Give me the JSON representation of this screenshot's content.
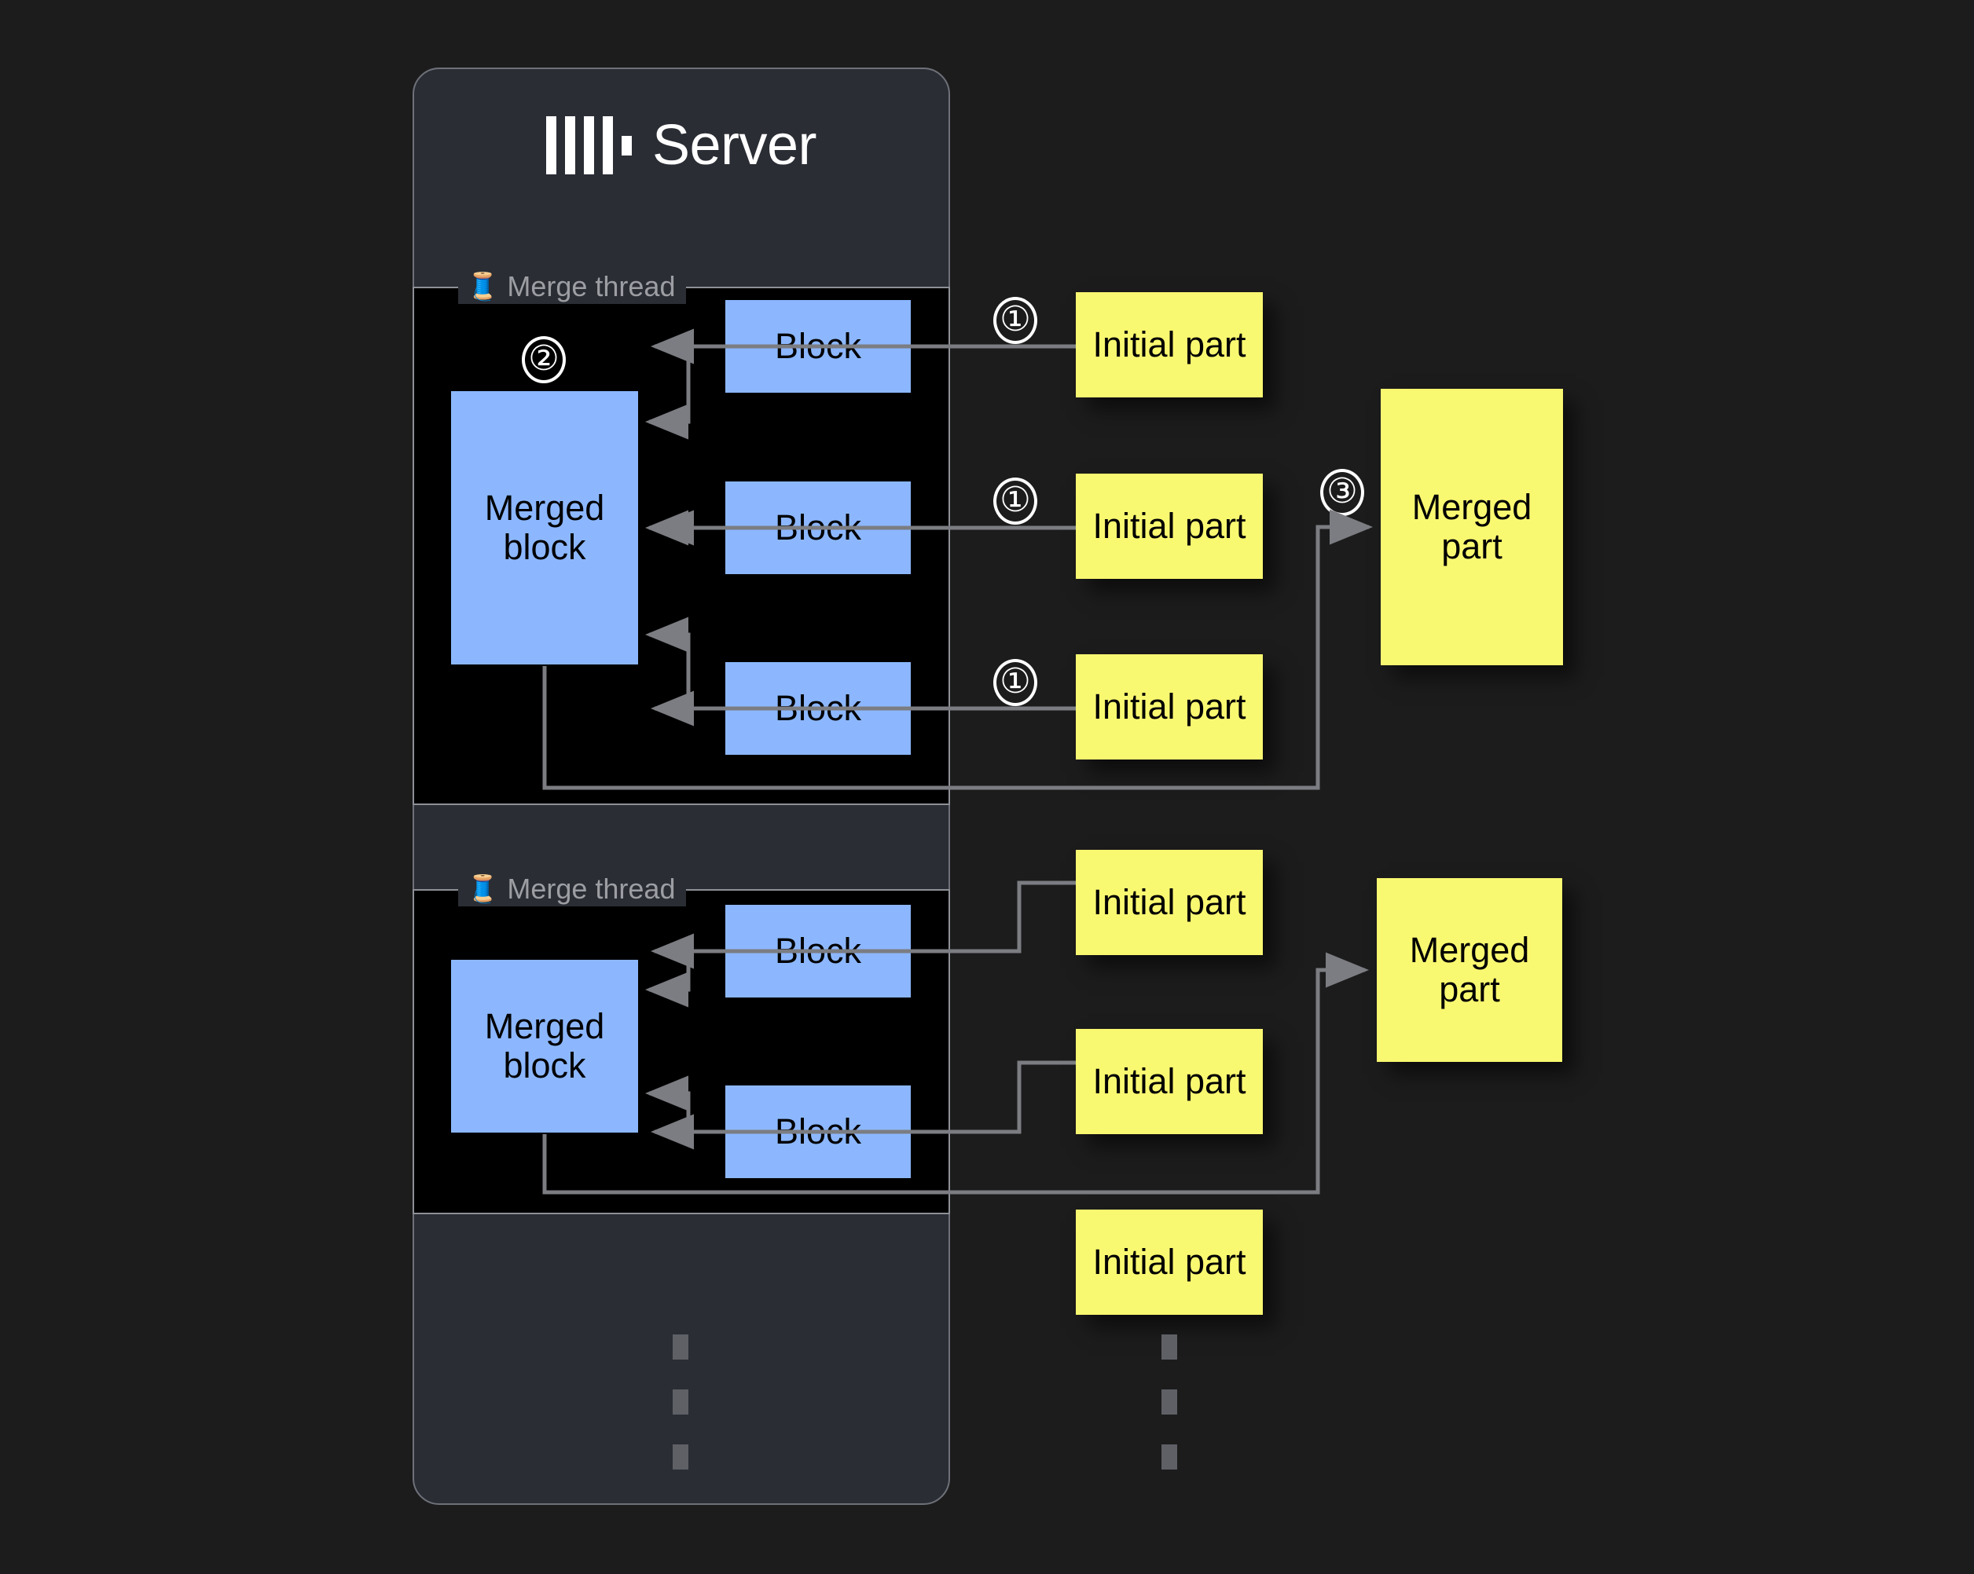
{
  "server": {
    "title": "Server",
    "logo_icon": "clickhouse-logo-icon"
  },
  "groups": [
    {
      "label": "Merge thread",
      "icon": "thread-spool-icon",
      "merged_block_label": "Merged block",
      "blocks": [
        "Block",
        "Block",
        "Block"
      ]
    },
    {
      "label": "Merge thread",
      "icon": "thread-spool-icon",
      "merged_block_label": "Merged block",
      "blocks": [
        "Block",
        "Block"
      ]
    }
  ],
  "initial_parts": [
    {
      "label": "Initial part"
    },
    {
      "label": "Initial part"
    },
    {
      "label": "Initial part"
    },
    {
      "label": "Initial part"
    },
    {
      "label": "Initial part"
    },
    {
      "label": "Initial part"
    }
  ],
  "merged_parts": [
    {
      "label": "Merged part"
    },
    {
      "label": "Merged part"
    }
  ],
  "markers": {
    "step1_a": "①",
    "step1_b": "①",
    "step1_c": "①",
    "step2": "②",
    "step3": "③"
  },
  "ellipsis": {
    "server_dots": "⋮",
    "parts_dots": "⋮"
  },
  "colors": {
    "background": "#1c1c1c",
    "server_card": "#2a2d34",
    "server_border": "#6e7179",
    "group_fill": "#000000",
    "group_border": "#8d9096",
    "block_blue": "#8cb7ff",
    "part_yellow": "#f9f871",
    "edge_gray": "#7b7d82",
    "label_gray": "#9c9ea3",
    "text_white": "#ffffff",
    "text_black": "#000000"
  }
}
